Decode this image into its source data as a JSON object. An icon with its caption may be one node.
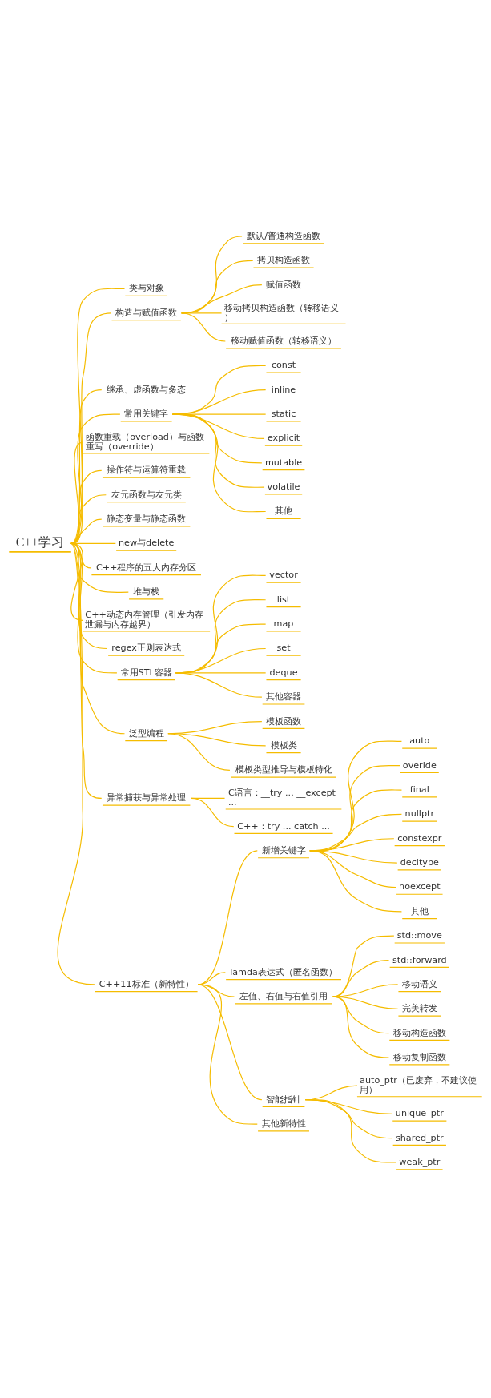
{
  "diagram": {
    "nodes": [
      {
        "text": [
          "C++学习"
        ]
      },
      {
        "text": [
          "类与对象"
        ]
      },
      {
        "text": [
          "构造与赋值函数"
        ]
      },
      {
        "text": [
          "默认/普通构造函数"
        ]
      },
      {
        "text": [
          "拷贝构造函数"
        ]
      },
      {
        "text": [
          "赋值函数"
        ]
      },
      {
        "text": [
          "移动拷贝构造函数（转移语义）"
        ]
      },
      {
        "text": [
          "移动赋值函数（转移语义）"
        ]
      },
      {
        "text": [
          "继承、虚函数与多态"
        ]
      },
      {
        "text": [
          "常用关键字"
        ]
      },
      {
        "text": [
          "const"
        ]
      },
      {
        "text": [
          "inline"
        ]
      },
      {
        "text": [
          "static"
        ]
      },
      {
        "text": [
          "explicit"
        ]
      },
      {
        "text": [
          "mutable"
        ]
      },
      {
        "text": [
          "volatile"
        ]
      },
      {
        "text": [
          "其他"
        ]
      },
      {
        "text": [
          "函数重载（overload）与函数重写（override）"
        ]
      },
      {
        "text": [
          "操作符与运算符重载"
        ]
      },
      {
        "text": [
          "友元函数与友元类"
        ]
      },
      {
        "text": [
          "静态变量与静态函数"
        ]
      },
      {
        "text": [
          "new与delete"
        ]
      },
      {
        "text": [
          "C++程序的五大内存分区"
        ]
      },
      {
        "text": [
          "堆与栈"
        ]
      },
      {
        "text": [
          "C++动态内存管理（引发内存泄漏与内存越界）"
        ]
      },
      {
        "text": [
          "regex正则表达式"
        ]
      },
      {
        "text": [
          "常用STL容器"
        ]
      },
      {
        "text": [
          "vector"
        ]
      },
      {
        "text": [
          "list"
        ]
      },
      {
        "text": [
          "map"
        ]
      },
      {
        "text": [
          "set"
        ]
      },
      {
        "text": [
          "deque"
        ]
      },
      {
        "text": [
          "其他容器"
        ]
      },
      {
        "text": [
          "泛型编程"
        ]
      },
      {
        "text": [
          "模板函数"
        ]
      },
      {
        "text": [
          "模板类"
        ]
      },
      {
        "text": [
          "模板类型推导与模板特化"
        ]
      },
      {
        "text": [
          "异常捕获与异常处理"
        ]
      },
      {
        "text": [
          "C语言：__try ... __except ..."
        ]
      },
      {
        "text": [
          "C++：try ... catch ..."
        ]
      },
      {
        "text": [
          "C++11标准（新特性）"
        ]
      },
      {
        "text": [
          "新增关键字"
        ]
      },
      {
        "text": [
          "auto"
        ]
      },
      {
        "text": [
          "overide"
        ]
      },
      {
        "text": [
          "final"
        ]
      },
      {
        "text": [
          "nullptr"
        ]
      },
      {
        "text": [
          "constexpr"
        ]
      },
      {
        "text": [
          "decltype"
        ]
      },
      {
        "text": [
          "noexcept"
        ]
      },
      {
        "text": [
          "其他"
        ]
      },
      {
        "text": [
          "lamda表达式（匿名函数）"
        ]
      },
      {
        "text": [
          "左值、右值与右值引用"
        ]
      },
      {
        "text": [
          "std::move"
        ]
      },
      {
        "text": [
          "std::forward"
        ]
      },
      {
        "text": [
          "移动语义"
        ]
      },
      {
        "text": [
          "完美转发"
        ]
      },
      {
        "text": [
          "移动构造函数"
        ]
      },
      {
        "text": [
          "移动复制函数"
        ]
      },
      {
        "text": [
          "智能指针"
        ]
      },
      {
        "text": [
          "auto_ptr（已废弃，不建议使用）"
        ]
      },
      {
        "text": [
          "unique_ptr"
        ]
      },
      {
        "text": [
          "shared_ptr"
        ]
      },
      {
        "text": [
          "weak_ptr"
        ]
      },
      {
        "text": [
          "其他新特性"
        ]
      }
    ],
    "edges": [
      {
        "from": 0,
        "to": 1,
        "arrow": "none"
      },
      {
        "from": 0,
        "to": 2,
        "arrow": "none"
      },
      {
        "from": 2,
        "to": 3,
        "arrow": "none"
      },
      {
        "from": 2,
        "to": 4,
        "arrow": "none"
      },
      {
        "from": 2,
        "to": 5,
        "arrow": "none"
      },
      {
        "from": 2,
        "to": 6,
        "arrow": "none"
      },
      {
        "from": 2,
        "to": 7,
        "arrow": "none"
      },
      {
        "from": 0,
        "to": 8,
        "arrow": "none"
      },
      {
        "from": 0,
        "to": 9,
        "arrow": "none"
      },
      {
        "from": 9,
        "to": 10,
        "arrow": "none"
      },
      {
        "from": 9,
        "to": 11,
        "arrow": "none"
      },
      {
        "from": 9,
        "to": 12,
        "arrow": "none"
      },
      {
        "from": 9,
        "to": 13,
        "arrow": "none"
      },
      {
        "from": 9,
        "to": 14,
        "arrow": "none"
      },
      {
        "from": 9,
        "to": 15,
        "arrow": "none"
      },
      {
        "from": 9,
        "to": 16,
        "arrow": "none"
      },
      {
        "from": 0,
        "to": 17,
        "arrow": "none"
      },
      {
        "from": 0,
        "to": 18,
        "arrow": "none"
      },
      {
        "from": 0,
        "to": 19,
        "arrow": "none"
      },
      {
        "from": 0,
        "to": 20,
        "arrow": "none"
      },
      {
        "from": 0,
        "to": 21,
        "arrow": "none"
      },
      {
        "from": 0,
        "to": 22,
        "arrow": "none"
      },
      {
        "from": 0,
        "to": 23,
        "arrow": "none"
      },
      {
        "from": 0,
        "to": 24,
        "arrow": "none"
      },
      {
        "from": 0,
        "to": 25,
        "arrow": "none"
      },
      {
        "from": 0,
        "to": 26,
        "arrow": "none"
      },
      {
        "from": 26,
        "to": 27,
        "arrow": "none"
      },
      {
        "from": 26,
        "to": 28,
        "arrow": "none"
      },
      {
        "from": 26,
        "to": 29,
        "arrow": "none"
      },
      {
        "from": 26,
        "to": 30,
        "arrow": "none"
      },
      {
        "from": 26,
        "to": 31,
        "arrow": "none"
      },
      {
        "from": 26,
        "to": 32,
        "arrow": "none"
      },
      {
        "from": 0,
        "to": 33,
        "arrow": "none"
      },
      {
        "from": 33,
        "to": 34,
        "arrow": "none"
      },
      {
        "from": 33,
        "to": 35,
        "arrow": "none"
      },
      {
        "from": 33,
        "to": 36,
        "arrow": "none"
      },
      {
        "from": 0,
        "to": 37,
        "arrow": "none"
      },
      {
        "from": 37,
        "to": 38,
        "arrow": "none"
      },
      {
        "from": 37,
        "to": 39,
        "arrow": "none"
      },
      {
        "from": 0,
        "to": 40,
        "arrow": "none"
      },
      {
        "from": 40,
        "to": 41,
        "arrow": "none"
      },
      {
        "from": 41,
        "to": 42,
        "arrow": "none"
      },
      {
        "from": 41,
        "to": 43,
        "arrow": "none"
      },
      {
        "from": 41,
        "to": 44,
        "arrow": "none"
      },
      {
        "from": 41,
        "to": 45,
        "arrow": "none"
      },
      {
        "from": 41,
        "to": 46,
        "arrow": "none"
      },
      {
        "from": 41,
        "to": 47,
        "arrow": "none"
      },
      {
        "from": 41,
        "to": 48,
        "arrow": "none"
      },
      {
        "from": 41,
        "to": 49,
        "arrow": "none"
      },
      {
        "from": 40,
        "to": 50,
        "arrow": "none"
      },
      {
        "from": 40,
        "to": 51,
        "arrow": "none"
      },
      {
        "from": 51,
        "to": 52,
        "arrow": "none"
      },
      {
        "from": 51,
        "to": 53,
        "arrow": "none"
      },
      {
        "from": 51,
        "to": 54,
        "arrow": "none"
      },
      {
        "from": 51,
        "to": 55,
        "arrow": "none"
      },
      {
        "from": 51,
        "to": 56,
        "arrow": "none"
      },
      {
        "from": 51,
        "to": 57,
        "arrow": "none"
      },
      {
        "from": 40,
        "to": 58,
        "arrow": "none"
      },
      {
        "from": 58,
        "to": 59,
        "arrow": "none"
      },
      {
        "from": 58,
        "to": 60,
        "arrow": "none"
      },
      {
        "from": 58,
        "to": 61,
        "arrow": "none"
      },
      {
        "from": 58,
        "to": 62,
        "arrow": "none"
      },
      {
        "from": 40,
        "to": 63,
        "arrow": "none"
      }
    ]
  }
}
